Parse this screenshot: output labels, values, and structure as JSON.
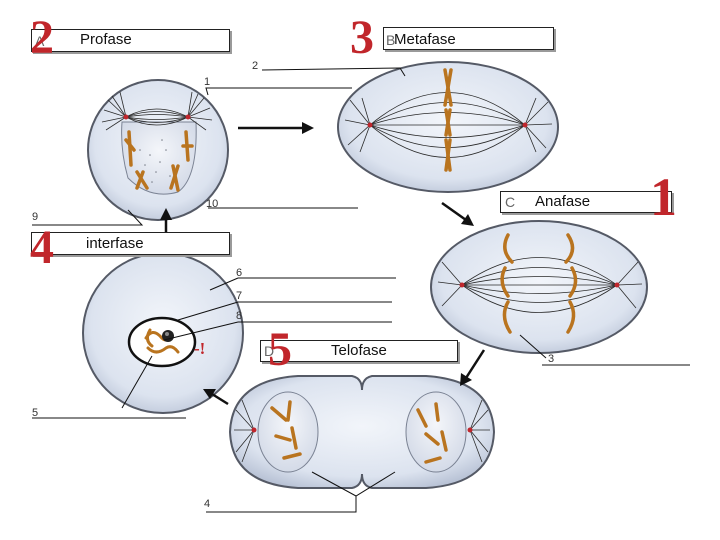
{
  "phases": {
    "prophase": {
      "letter": "A",
      "label": "Profase",
      "number": "2"
    },
    "metaphase": {
      "letter": "B",
      "label": "Metafase",
      "number": "3"
    },
    "anaphase": {
      "letter": "C",
      "label": "Anafase",
      "number": "1"
    },
    "interphase": {
      "letter": "",
      "label": "interfase",
      "number": "4"
    },
    "telophase": {
      "letter": "D",
      "label": "Telofase",
      "number": "5"
    }
  },
  "callouts": [
    "1",
    "2",
    "3",
    "4",
    "5",
    "6",
    "7",
    "8",
    "9",
    "10"
  ],
  "stray_mark": "-!",
  "colors": {
    "number_red": "#c1262b",
    "cell_fill": "#dfe5f0",
    "cell_border": "#555a66",
    "chromosome": "#b9741f",
    "spindle": "#2a2a2a",
    "centrosome": "#c0272d"
  }
}
